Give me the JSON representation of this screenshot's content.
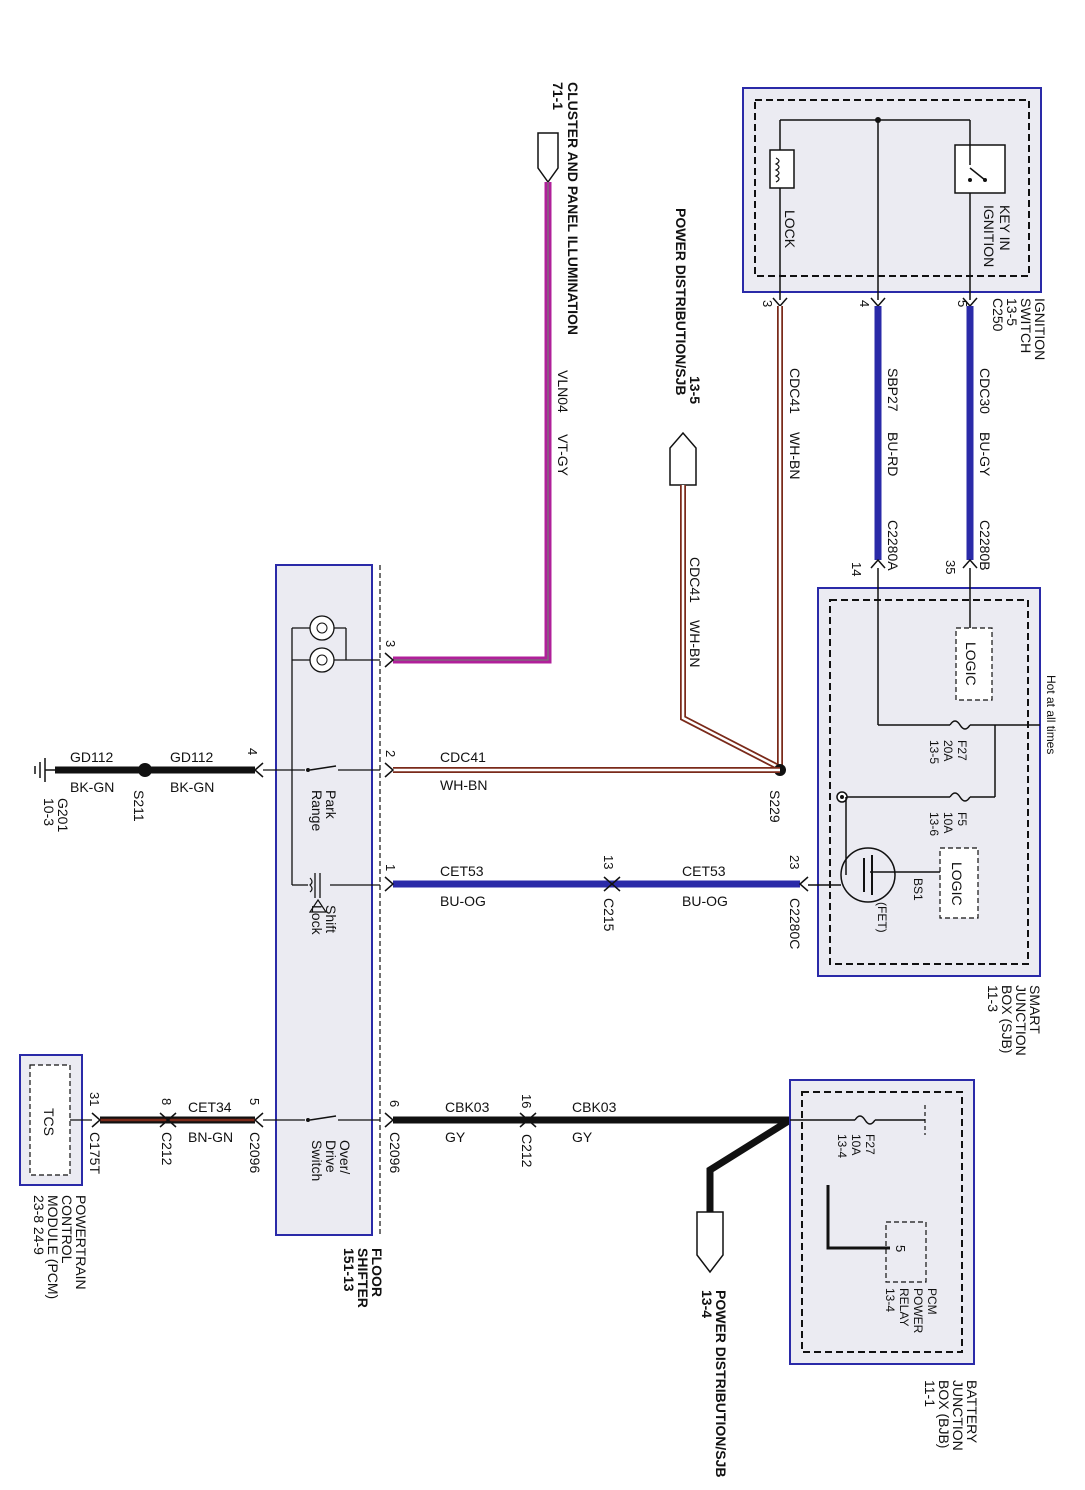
{
  "modules": {
    "ignition_switch": {
      "name": [
        "IGNITION",
        "SWITCH",
        "13-5"
      ],
      "lock_label": "LOCK",
      "key_label": [
        "KEY IN",
        "IGNITION"
      ],
      "connector": "C250"
    },
    "sjb": {
      "name": [
        "SMART",
        "JUNCTION",
        "BOX (SJB)",
        "11-3"
      ],
      "hot_label": "Hot at all times",
      "logic1": "LOGIC",
      "logic2": "LOGIC",
      "f27": [
        "F27",
        "20A",
        "13-5"
      ],
      "f5": [
        "F5",
        "10A",
        "13-6"
      ],
      "bs1": "BS1",
      "fet": "(FET)"
    },
    "bjb": {
      "name": [
        "BATTERY",
        "JUNCTION",
        "BOX (BJB)",
        "11-1"
      ],
      "fuse": [
        "F27",
        "10A",
        "13-4"
      ],
      "relay": [
        "PCM",
        "POWER",
        "RELAY",
        "13-4"
      ],
      "relay_pin": "5"
    },
    "floor_shifter": {
      "name": [
        "FLOOR",
        "SHIFTER",
        "151-13"
      ],
      "park_range": [
        "Park",
        "Range"
      ],
      "shift_lock": [
        "Shift",
        "Lock"
      ],
      "overdrive": [
        "Over/",
        "Drive",
        "Switch"
      ]
    },
    "pcm": {
      "name": [
        "POWERTRAIN",
        "CONTROL",
        "MODULE (PCM)",
        "23-8    24-9"
      ],
      "tcs": "TCS"
    }
  },
  "references": {
    "cluster": [
      "CLUSTER AND PANEL ILLUMINATION",
      "71-1"
    ],
    "power_dist_top": [
      "POWER DISTRIBUTION/SJB",
      "13-5"
    ],
    "power_dist_bottom": [
      "POWER DISTRIBUTION/SJB",
      "13-4"
    ],
    "ground": [
      "G201",
      "10-3"
    ]
  },
  "wires": {
    "vln04": {
      "circuit": "VLN04",
      "color": "VT-GY"
    },
    "cdc41": {
      "circuit": "CDC41",
      "color": "WH-BN"
    },
    "sbp27": {
      "circuit": "SBP27",
      "color": "BU-RD"
    },
    "cdc30": {
      "circuit": "CDC30",
      "color": "BU-GY"
    },
    "cdc41_h": {
      "circuit": "CDC41",
      "color": "WH-BN"
    },
    "cdc41_diag": {
      "circuit": "CDC41",
      "color": "WH-BN"
    },
    "gd112_a": {
      "circuit": "GD112",
      "color": "BK-GN"
    },
    "gd112_b": {
      "circuit": "GD112",
      "color": "BK-GN"
    },
    "cet53_a": {
      "circuit": "CET53",
      "color": "BU-OG"
    },
    "cet53_b": {
      "circuit": "CET53",
      "color": "BU-OG"
    },
    "cbk03_a": {
      "circuit": "CBK03",
      "color": "GY"
    },
    "cbk03_b": {
      "circuit": "CBK03",
      "color": "GY"
    },
    "cet34": {
      "circuit": "CET34",
      "color": "BN-GN"
    }
  },
  "connectors": {
    "c2280b": "C2280B",
    "c2280b_pin": "35",
    "c2280a": "C2280A",
    "c2280a_pin": "14",
    "c2280c": "C2280C",
    "c2280c_pin": "23",
    "c215": "C215",
    "c215_pin": "13",
    "c2096_r": "C2096",
    "c2096_r_pin": "6",
    "c2096_l": "C2096",
    "c2096_l_pin": "5",
    "c212_r": "C212",
    "c212_r_pin": "16",
    "c212_l": "C212",
    "c212_l_pin": "8",
    "c175t": "C175T",
    "c175t_pin": "31",
    "c250_pin5": "5",
    "c250_pin4": "4",
    "c250_pin3": "3",
    "shifter_pin3": "3",
    "shifter_pin2": "2",
    "shifter_pin1": "1",
    "shifter_pin4": "4"
  },
  "splices": {
    "s229": "S229",
    "s211": "S211"
  },
  "colors": {
    "module_border": "#2a2aa8",
    "module_fill": "#ebebf2",
    "violet_gray": "#b0209a",
    "blue": "#2a2aa8",
    "black": "#111111",
    "brown": "#7a2a1a"
  }
}
